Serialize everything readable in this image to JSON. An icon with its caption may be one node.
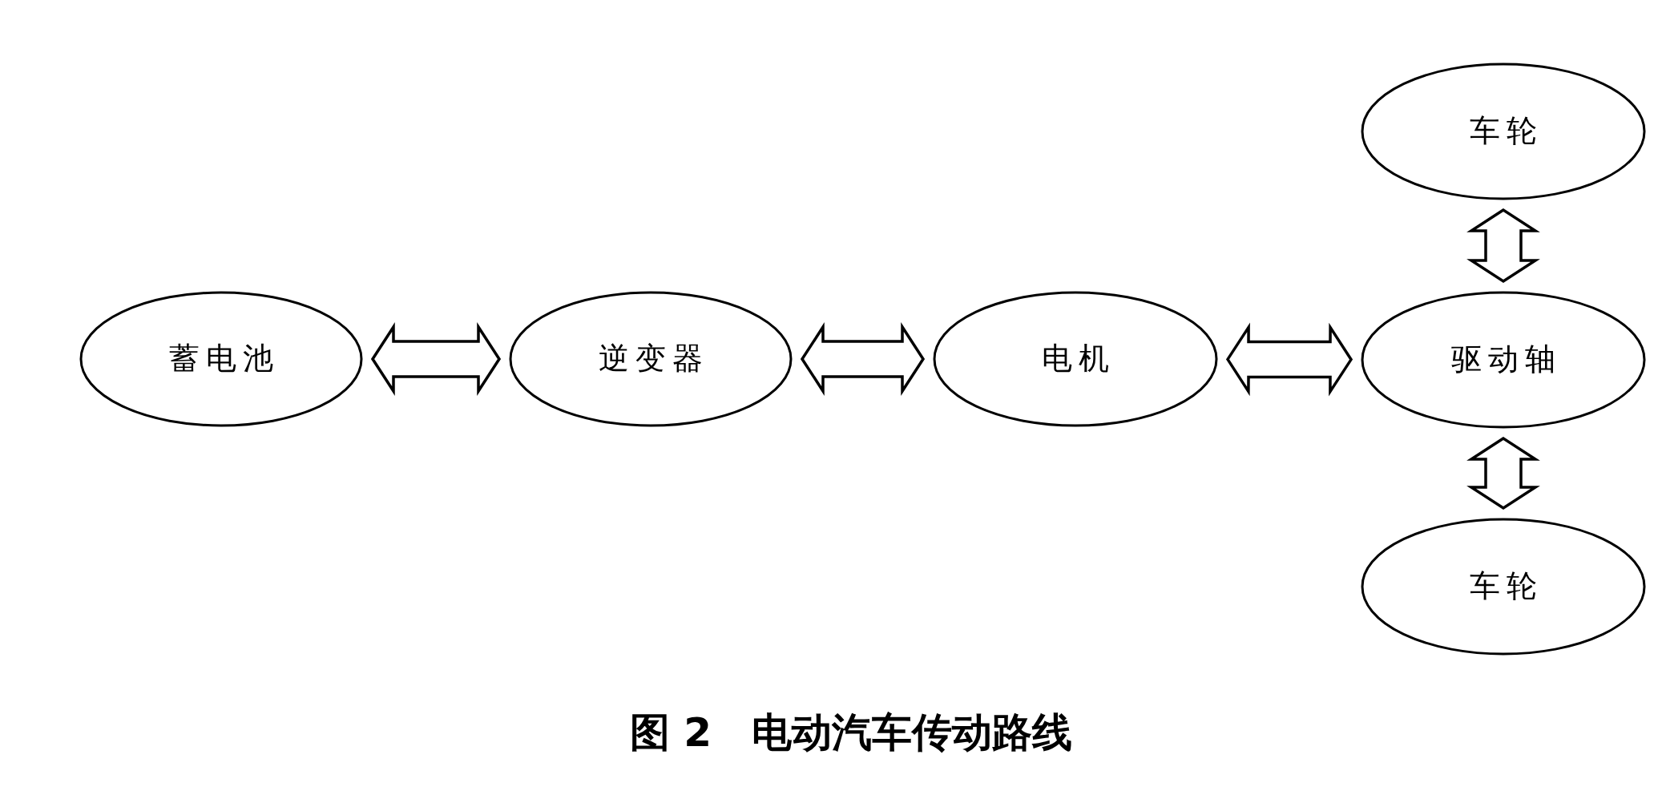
{
  "diagram": {
    "caption": "图 2　电动汽车传动路线",
    "nodes": [
      {
        "text": [
          "蓄电池"
        ]
      },
      {
        "text": [
          "逆变器"
        ]
      },
      {
        "text": [
          "电机"
        ]
      },
      {
        "text": [
          "车轮"
        ]
      },
      {
        "text": [
          "驱动轴"
        ]
      },
      {
        "text": [
          "车轮"
        ]
      }
    ],
    "edges": [
      {
        "from": 0,
        "to": 1,
        "arrow": "both"
      },
      {
        "from": 1,
        "to": 2,
        "arrow": "both"
      },
      {
        "from": 2,
        "to": 4,
        "arrow": "both"
      },
      {
        "from": 3,
        "to": 4,
        "arrow": "both"
      },
      {
        "from": 4,
        "to": 5,
        "arrow": "both"
      }
    ]
  }
}
